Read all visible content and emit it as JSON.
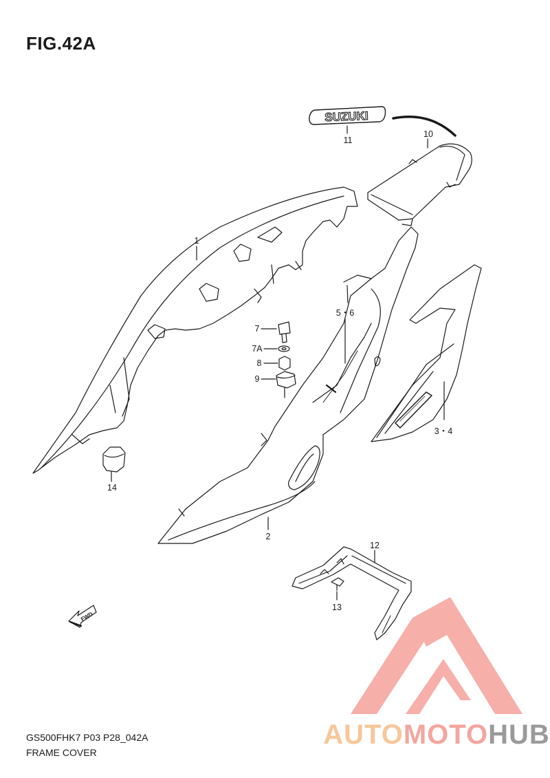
{
  "figure": {
    "title": "FIG.42A"
  },
  "labels": {
    "p1": "1",
    "p2": "2",
    "p3_4": "3・4",
    "p5_6": "5・6",
    "p7": "7",
    "p7a": "7A",
    "p8": "8",
    "p9": "9",
    "p10": "10",
    "p11": "11",
    "p12": "12",
    "p13": "13",
    "p14": "14"
  },
  "emblem": {
    "text": "SUZUKI"
  },
  "fwd": {
    "text": "FWD"
  },
  "footer": {
    "model": "GS500FHK7 P03 P28_042A",
    "name": "FRAME COVER"
  },
  "watermark": {
    "part_a": "AUTO",
    "part_b": "MOTO",
    "part_c": "HUB",
    "color_a": "#f7c69a",
    "color_b": "#f3a69f",
    "color_c": "#9a9a9a",
    "logo_color": "#f6a7a0"
  }
}
